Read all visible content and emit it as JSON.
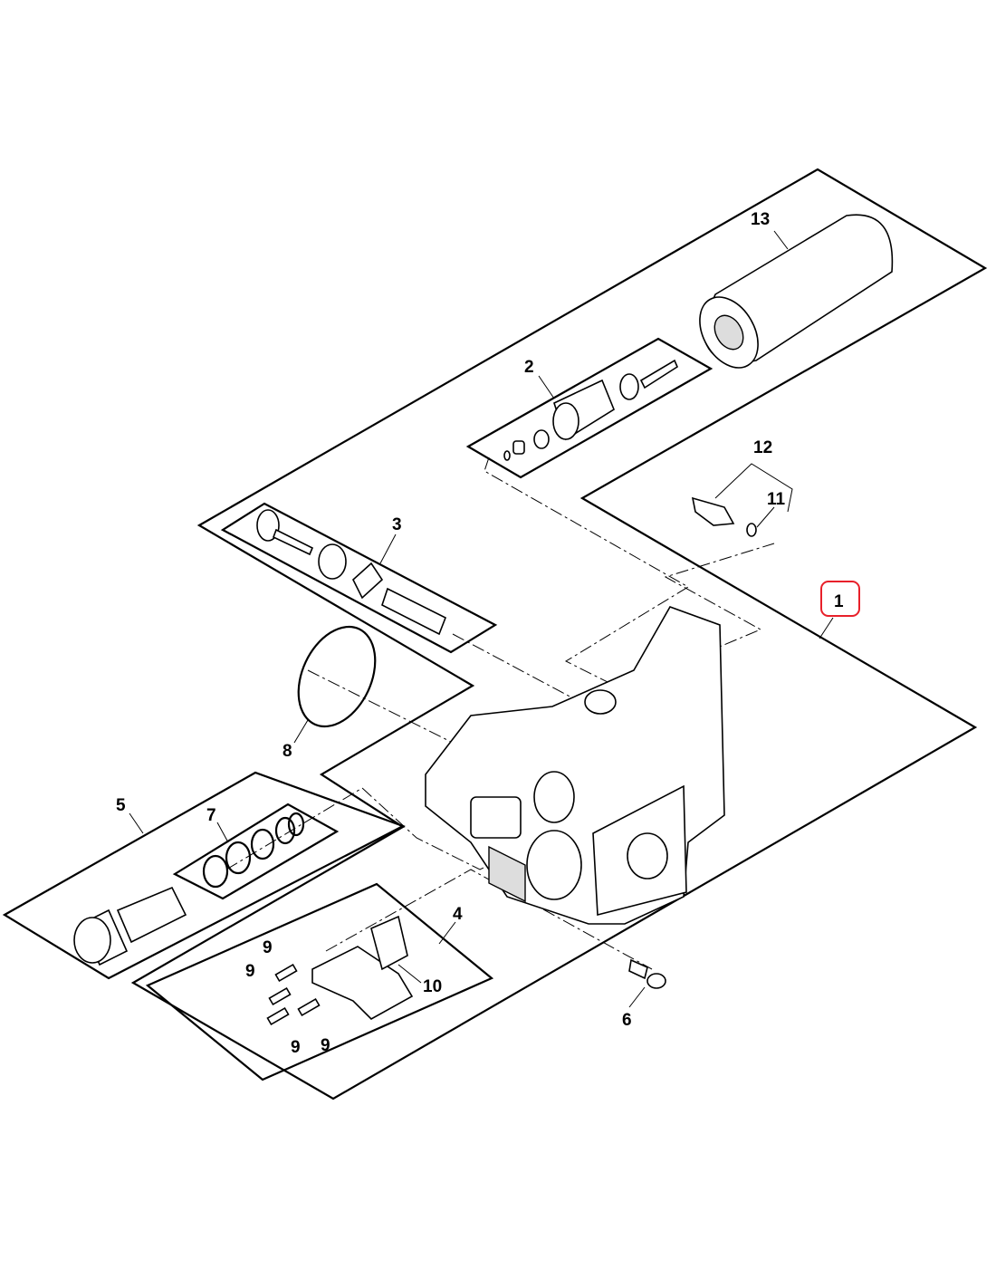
{
  "diagram": {
    "type": "exploded parts diagram",
    "highlight_color": "#e8202a",
    "callouts": {
      "c1": "1",
      "c2": "2",
      "c3": "3",
      "c4": "4",
      "c5": "5",
      "c6": "6",
      "c7": "7",
      "c8": "8",
      "c9": "9",
      "c10": "10",
      "c11": "11",
      "c12": "12",
      "c13": "13"
    },
    "highlighted_callout": "1"
  }
}
